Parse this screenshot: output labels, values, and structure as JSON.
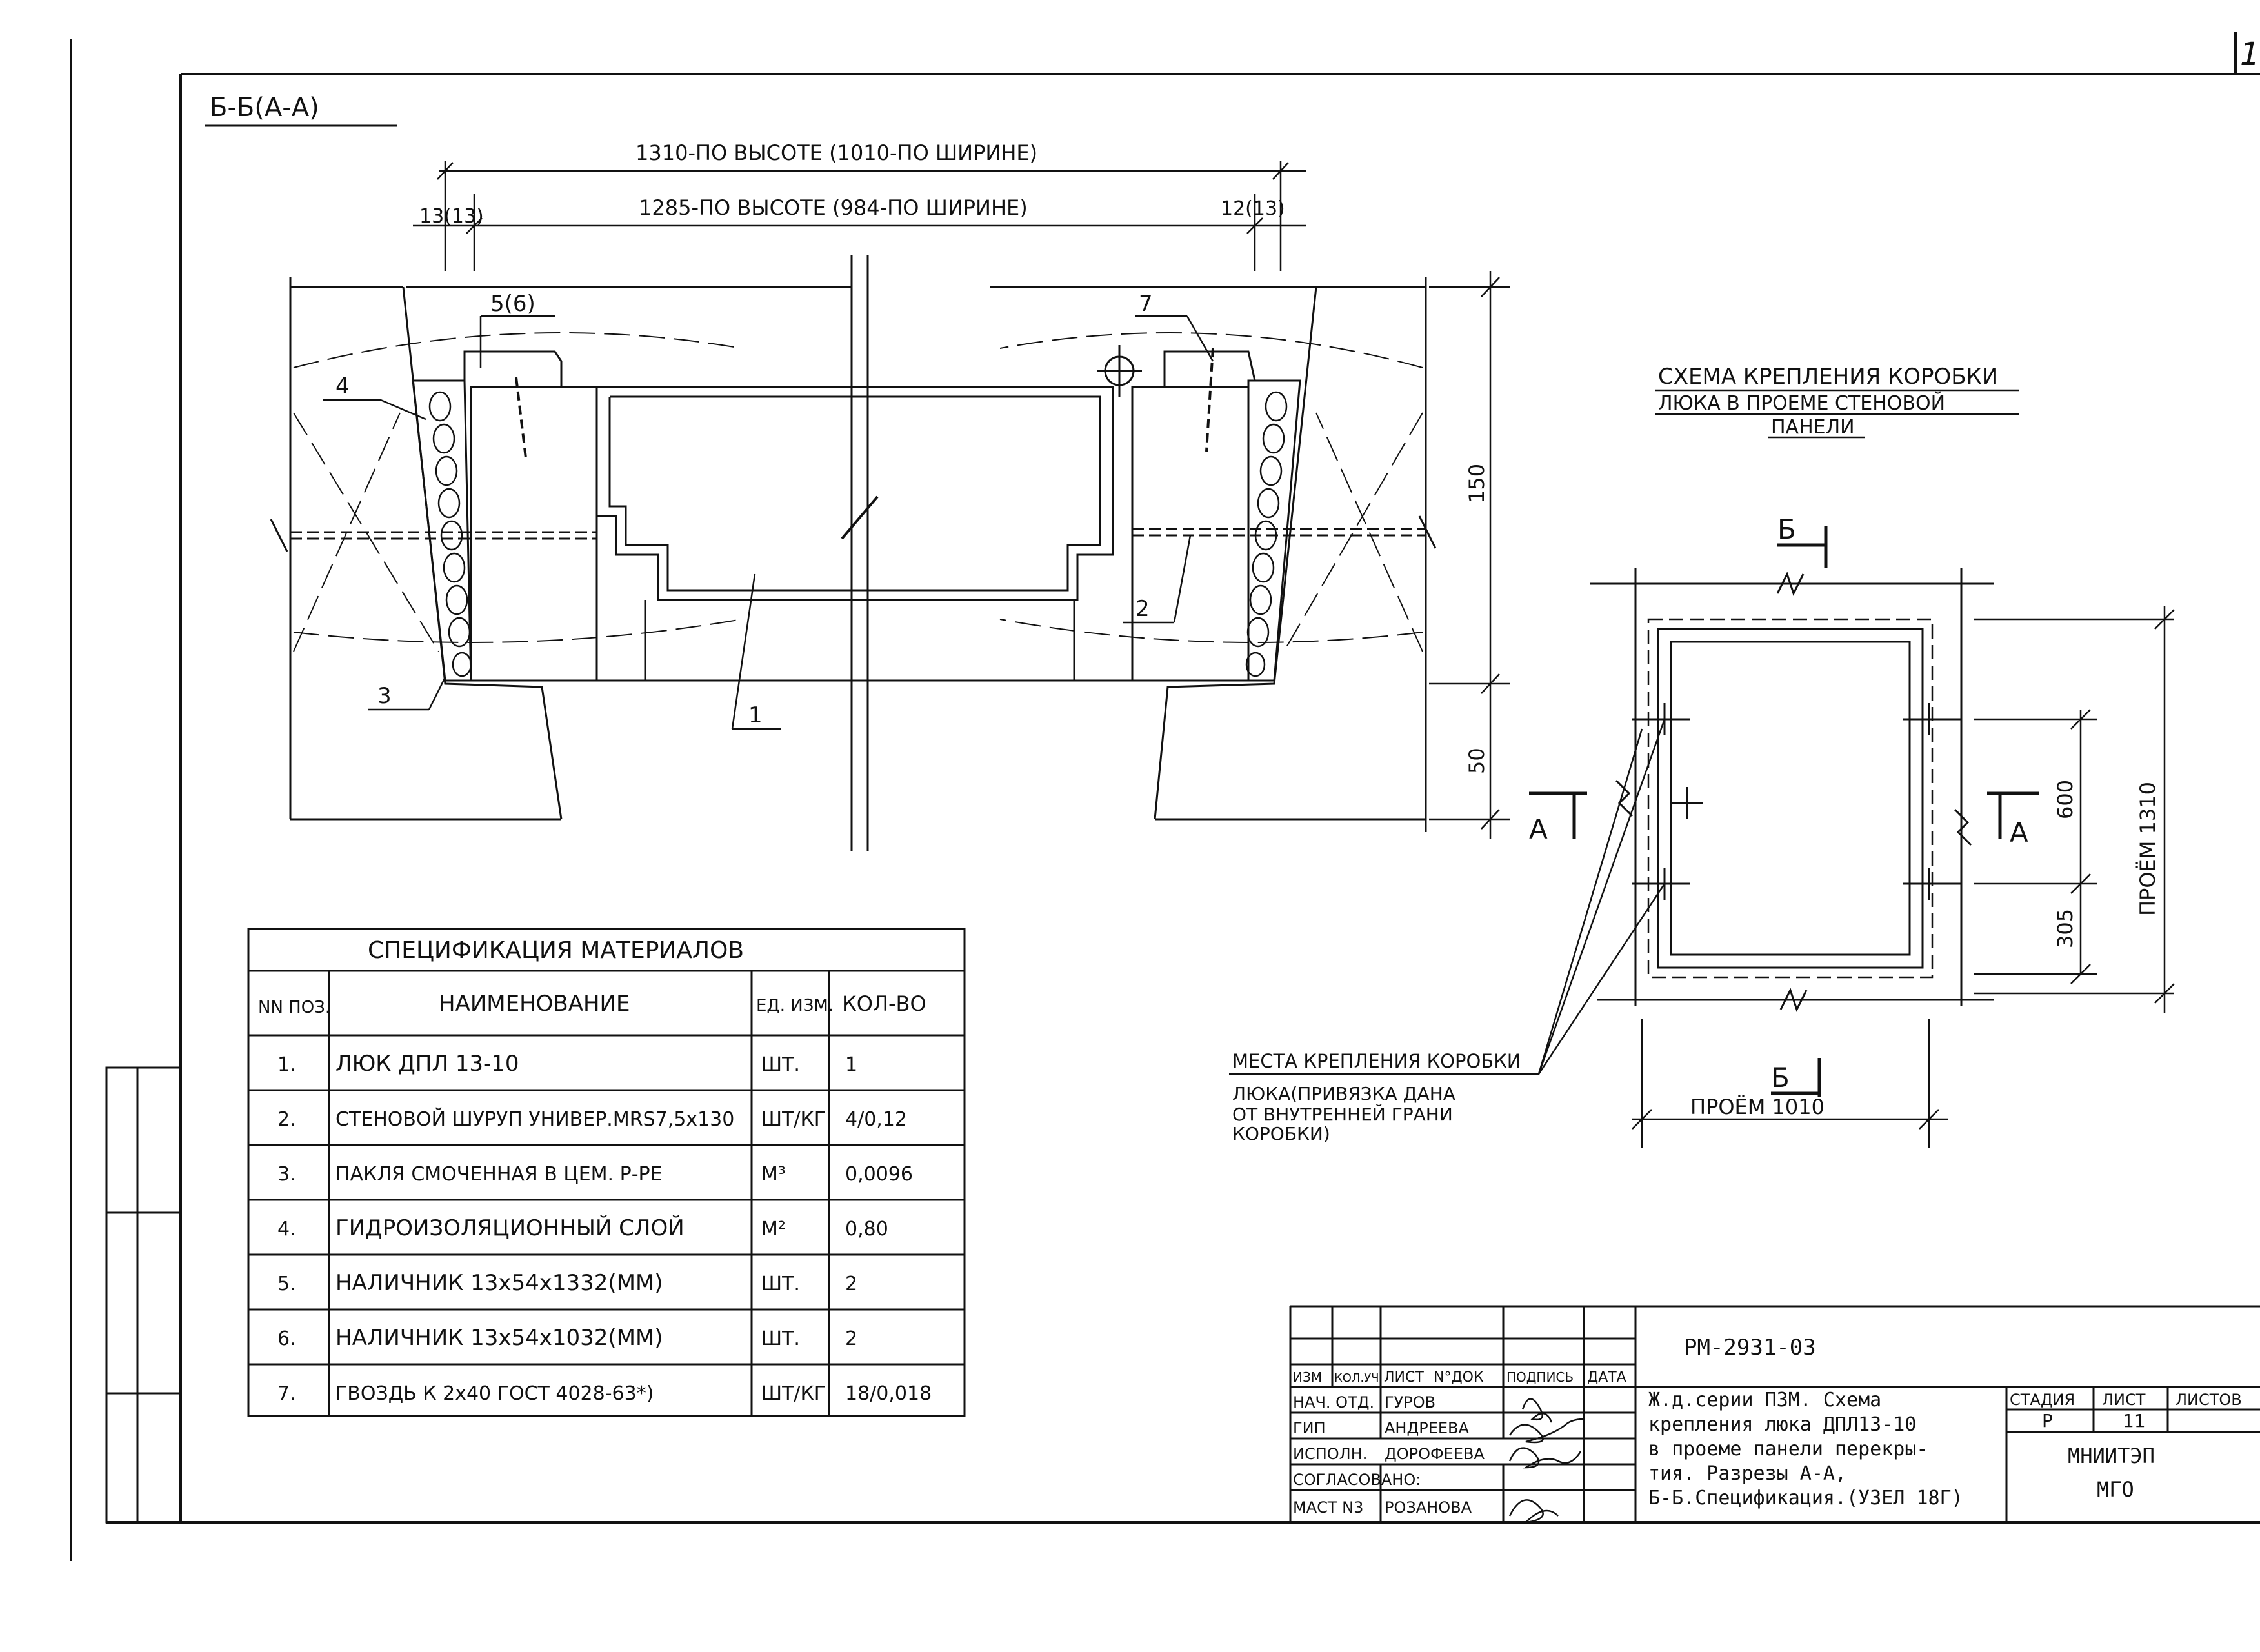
{
  "sheet_corner": "1",
  "section_title": "Б-Б(А-А)",
  "dims": {
    "top_overall": "1310-ПО ВЫСОТЕ (1010-ПО ШИРИНЕ)",
    "top_inner": "1285-ПО ВЫСОТЕ (984-ПО ШИРИНЕ)",
    "left_small": "13(13)",
    "right_small": "12(13)",
    "vert_150": "150",
    "vert_50": "50"
  },
  "callouts": [
    "5(6)",
    "7",
    "4",
    "3",
    "1",
    "2"
  ],
  "scheme": {
    "title_lines": [
      "СХЕМА КРЕПЛЕНИЯ КОРОБКИ",
      "ЛЮКА В ПРОЕМЕ СТЕНОВОЙ",
      "ПАНЕЛИ"
    ],
    "cut_top": "Б",
    "cut_bottom": "Б",
    "cut_left": "А",
    "cut_right": "А",
    "dim_600": "600",
    "dim_305": "305",
    "dim_opening_h": "ПРОЁМ 1310",
    "dim_opening_w": "ПРОЁМ 1010",
    "fastening_note": [
      "МЕСТА КРЕПЛЕНИЯ КОРОБКИ",
      "ЛЮКА(ПРИВЯЗКА ДАНА",
      "ОТ ВНУТРЕННЕЙ ГРАНИ",
      "КОРОБКИ)"
    ]
  },
  "spec": {
    "title": "СПЕЦИФИКАЦИЯ МАТЕРИАЛОВ",
    "headers": [
      "NN ПОЗ.",
      "НАИМЕНОВАНИЕ",
      "ЕД. ИЗМ.",
      "КОЛ-ВО"
    ],
    "rows": [
      [
        "1.",
        "ЛЮК ДПЛ 13-10",
        "ШТ.",
        "1"
      ],
      [
        "2.",
        "СТЕНОВОЙ ШУРУП УНИВЕР.MRS7,5х130",
        "ШТ/КГ",
        "4/0,12"
      ],
      [
        "3.",
        "ПАКЛЯ СМОЧЕННАЯ В ЦЕМ. Р-РЕ",
        "М³",
        "0,0096"
      ],
      [
        "4.",
        "ГИДРОИЗОЛЯЦИОННЫЙ СЛОЙ",
        "М²",
        "0,80"
      ],
      [
        "5.",
        "НАЛИЧНИК 13х54х1332(ММ)",
        "ШТ.",
        "2"
      ],
      [
        "6.",
        "НАЛИЧНИК 13х54х1032(ММ)",
        "ШТ.",
        "2"
      ],
      [
        "7.",
        "ГВОЗДЬ К 2х40 ГОСТ 4028-63*)",
        "ШТ/КГ",
        "18/0,018"
      ]
    ]
  },
  "stamp": {
    "code": "РМ-2931-03",
    "col_headers": [
      "ИЗМ",
      "КОЛ.УЧ",
      "ЛИСТ",
      "N°ДОК",
      "ПОДПИСЬ",
      "ДАТА"
    ],
    "roles": [
      {
        "role": "НАЧ. ОТД.",
        "name": "ГУРОВ"
      },
      {
        "role": "ГИП",
        "name": "АНДРЕЕВА"
      },
      {
        "role": "ИСПОЛН.",
        "name": "ДОРОФЕЕВА"
      },
      {
        "role": "СОГЛАСОВАНО:",
        "name": ""
      },
      {
        "role": "МАСТ N3",
        "name": "РОЗАНОВА"
      }
    ],
    "description": [
      "Ж.д.серии ПЗМ. Схема",
      "крепления люка ДПЛ13-10",
      "в проеме панели перекры-",
      "тия. Разрезы А-А,",
      "Б-Б.Спецификация.(УЗЕЛ 18Г)"
    ],
    "stage_headers": [
      "СТАДИЯ",
      "ЛИСТ",
      "ЛИСТОВ"
    ],
    "stage_values": [
      "Р",
      "11",
      ""
    ],
    "org": [
      "МНИИТЭП",
      "МГО"
    ]
  }
}
